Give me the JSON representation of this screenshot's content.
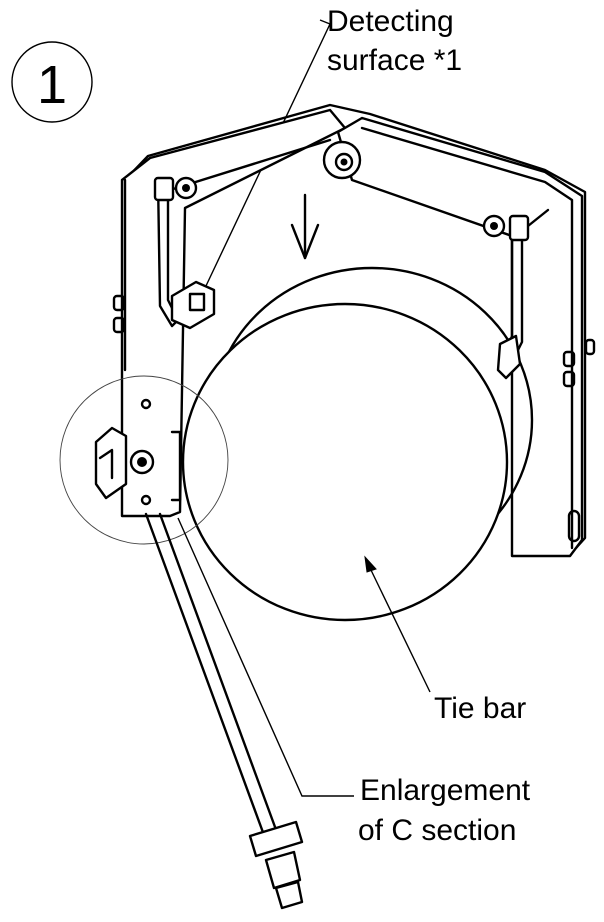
{
  "step": {
    "number": "1"
  },
  "labels": {
    "detecting_line1": "Detecting",
    "detecting_line2": "surface *1",
    "tie_bar": "Tie bar",
    "enlarge_line1": "Enlargement",
    "enlarge_line2": "of C section"
  }
}
